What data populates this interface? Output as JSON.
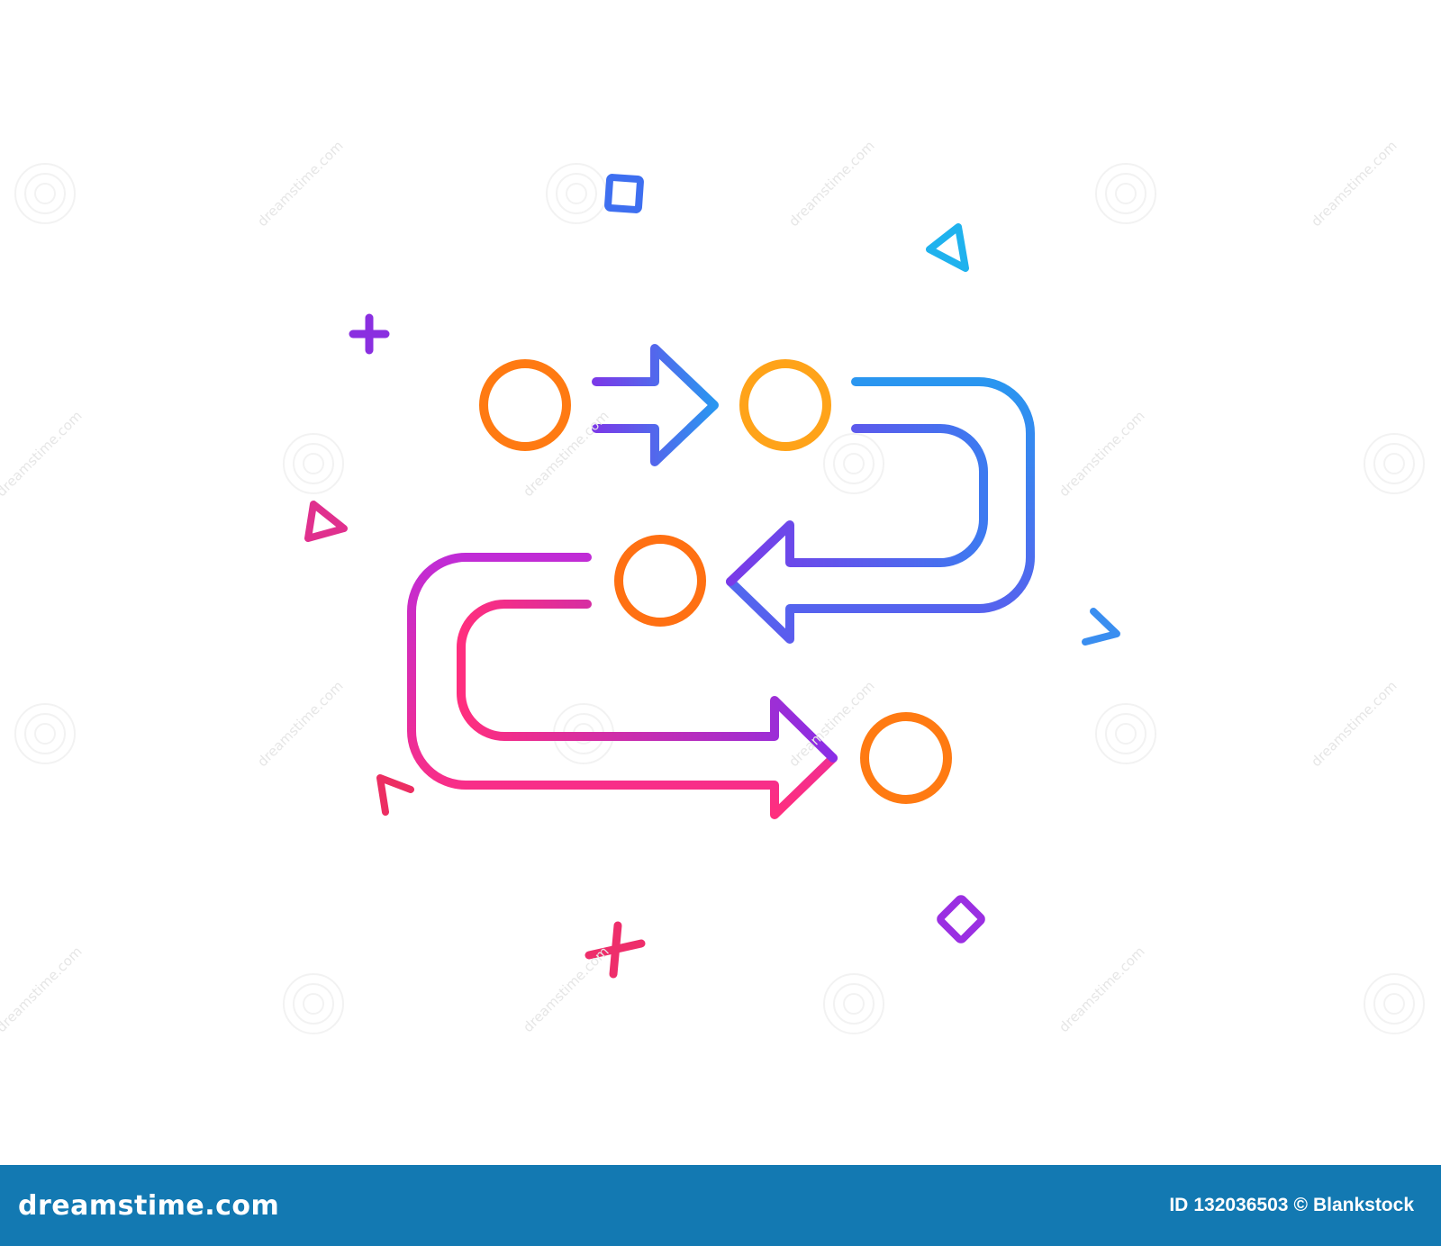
{
  "footer": {
    "brand": "dreamstime.com",
    "id_label": "ID",
    "id_value": "132036503",
    "copyright_symbol": "©",
    "author": "Blankstock",
    "background_color": "#1379b2",
    "text_color": "#ffffff"
  },
  "watermark": {
    "text": "dreamstime.com",
    "color": "#e6e6e6"
  },
  "icon": {
    "name": "process-workflow-icon",
    "gradient": [
      "#ff8a00",
      "#ff2e7e",
      "#a024e6",
      "#4a6bf0",
      "#16c0f0"
    ]
  },
  "decorations": [
    {
      "name": "plus-icon",
      "color": "#8a2fe0"
    },
    {
      "name": "square-icon",
      "color": "#3e6ff0"
    },
    {
      "name": "triangle-icon",
      "color": "#1fb2ee"
    },
    {
      "name": "triangle-icon",
      "color": "#e0308e"
    },
    {
      "name": "chevron-right-icon",
      "color": "#3a8ef0"
    },
    {
      "name": "chevron-left-icon",
      "color": "#ec2e62"
    },
    {
      "name": "diamond-icon",
      "color": "#9a2fe2"
    },
    {
      "name": "cross-icon",
      "color": "#ee2e6b"
    }
  ]
}
